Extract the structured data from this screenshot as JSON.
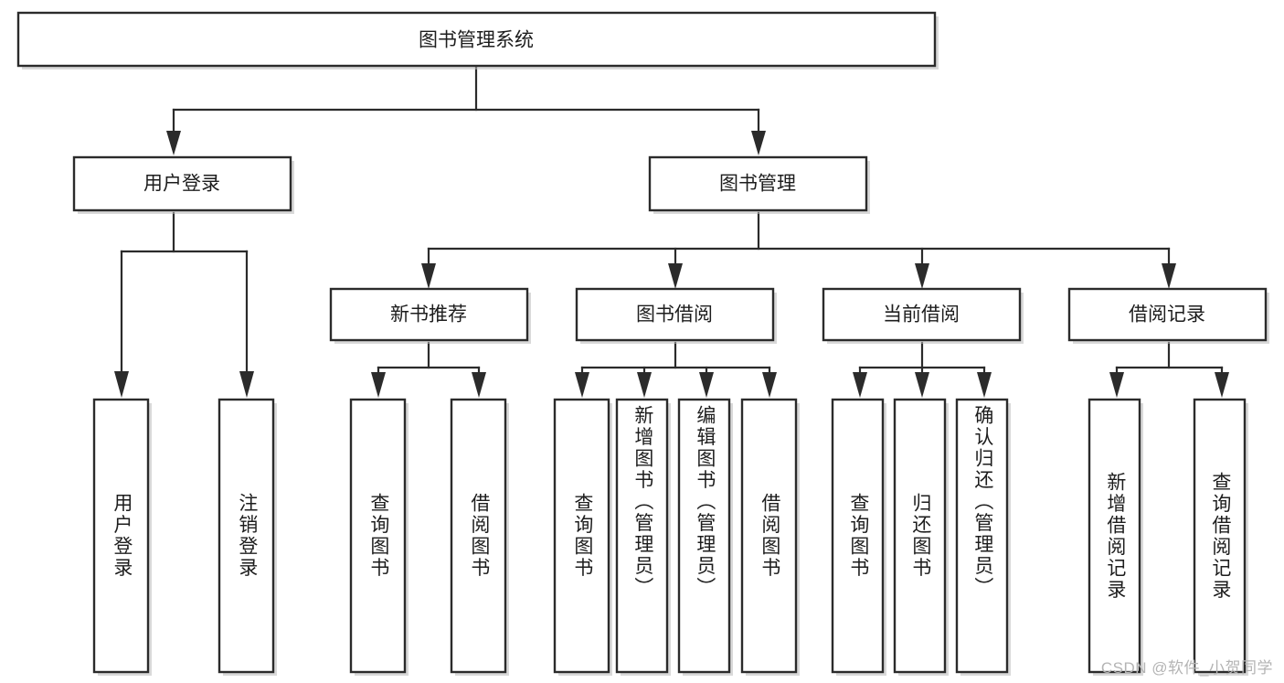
{
  "diagram": {
    "type": "tree",
    "title": "图书管理系统",
    "watermark": "CSDN @软件_小贺同学",
    "colors": {
      "stroke": "#2b2b2b",
      "fill": "#ffffff",
      "text": "#1d1d1d",
      "watermark": "#b4b4b4"
    },
    "root": {
      "id": "root",
      "label": "图书管理系统",
      "level": 0
    },
    "level2": [
      {
        "id": "user-login",
        "label": "用户登录"
      },
      {
        "id": "book-manage",
        "label": "图书管理"
      }
    ],
    "level3": [
      {
        "id": "new-book-recommend",
        "label": "新书推荐",
        "parent": "book-manage"
      },
      {
        "id": "book-borrow",
        "label": "图书借阅",
        "parent": "book-manage"
      },
      {
        "id": "current-borrow",
        "label": "当前借阅",
        "parent": "book-manage"
      },
      {
        "id": "borrow-record",
        "label": "借阅记录",
        "parent": "book-manage"
      }
    ],
    "leaves": {
      "user-login": [
        {
          "id": "leaf-user-login",
          "label": "用户登录"
        },
        {
          "id": "leaf-logout",
          "label": "注销登录"
        }
      ],
      "new-book-recommend": [
        {
          "id": "leaf-query-book-1",
          "label": "查询图书"
        },
        {
          "id": "leaf-borrow-book-1",
          "label": "借阅图书"
        }
      ],
      "book-borrow": [
        {
          "id": "leaf-query-book-2",
          "label": "查询图书"
        },
        {
          "id": "leaf-add-book",
          "label": "新增图书（管理员）"
        },
        {
          "id": "leaf-edit-book",
          "label": "编辑图书（管理员）"
        },
        {
          "id": "leaf-borrow-book-2",
          "label": "借阅图书"
        }
      ],
      "current-borrow": [
        {
          "id": "leaf-query-book-3",
          "label": "查询图书"
        },
        {
          "id": "leaf-return-book",
          "label": "归还图书"
        },
        {
          "id": "leaf-confirm-return",
          "label": "确认归还（管理员）"
        }
      ],
      "borrow-record": [
        {
          "id": "leaf-add-record",
          "label": "新增借阅记录"
        },
        {
          "id": "leaf-query-record",
          "label": "查询借阅记录"
        }
      ]
    }
  }
}
